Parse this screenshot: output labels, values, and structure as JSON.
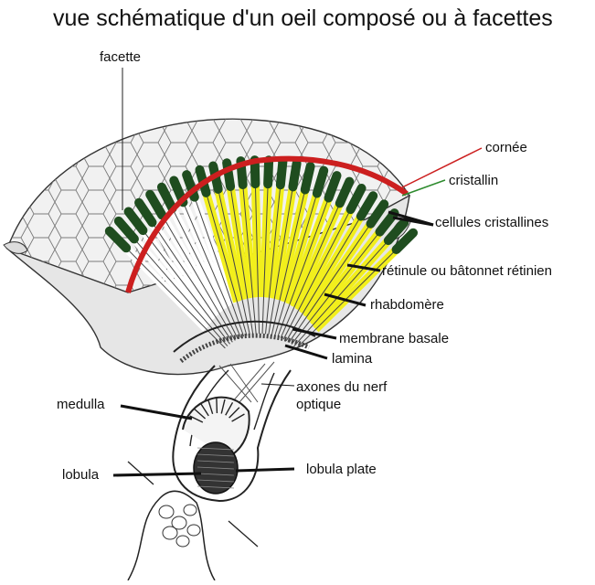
{
  "title": "vue schématique d'un oeil composé ou à facettes",
  "labels": {
    "facette": "facette",
    "cornee": "cornée",
    "cristallin": "cristallin",
    "cellules_cristallines": "cellules cristallines",
    "retinule": "rétinule ou bâtonnet rétinien",
    "rhabdomere": "rhabdomère",
    "membrane_basale": "membrane basale",
    "lamina": "lamina",
    "axones_line1": "axones du nerf",
    "axones_line2": "optique",
    "medulla": "medulla",
    "lobula": "lobula",
    "lobula_plate": "lobula plate"
  },
  "colors": {
    "cornea": "#cc1f1f",
    "crystalline_cone": "#1f4d1f",
    "retinula": "#f2ef1c",
    "cristallin_line": "#2e8b2e"
  }
}
